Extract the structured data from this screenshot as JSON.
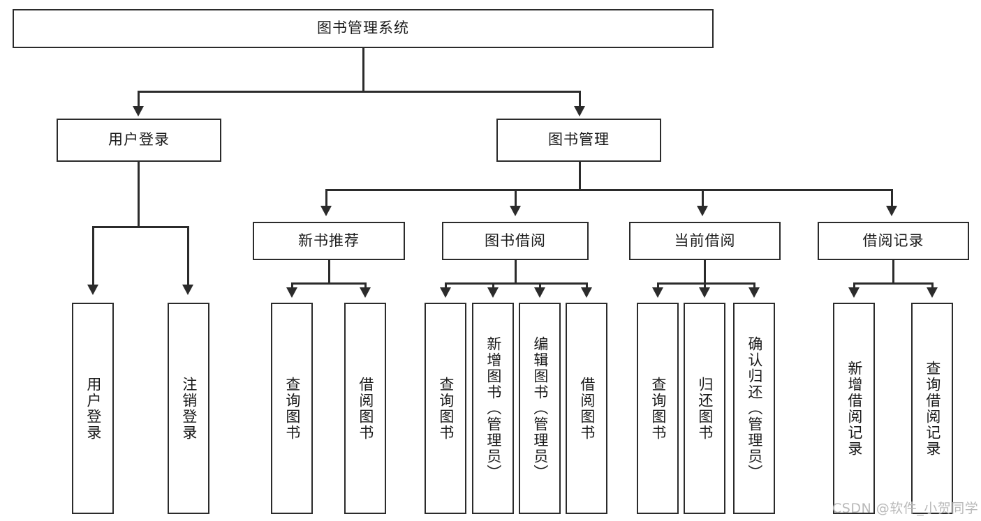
{
  "diagram": {
    "type": "tree",
    "title": "图书管理系统",
    "orientation": "top-down",
    "background_color": "#ffffff",
    "stroke_color": "#2b2b2b",
    "text_color": "#1a1a1a"
  },
  "root": {
    "label": "图书管理系统"
  },
  "level2": [
    {
      "label": "用户登录"
    },
    {
      "label": "图书管理"
    }
  ],
  "level3": [
    {
      "label": "新书推荐"
    },
    {
      "label": "图书借阅"
    },
    {
      "label": "当前借阅"
    },
    {
      "label": "借阅记录"
    }
  ],
  "leaves": {
    "user_login": [
      {
        "label": "用户登录"
      },
      {
        "label": "注销登录"
      }
    ],
    "new_book_recommend": [
      {
        "label": "查询图书"
      },
      {
        "label": "借阅图书"
      }
    ],
    "book_borrow": [
      {
        "label": "查询图书"
      },
      {
        "label": "新增图书（管理员）"
      },
      {
        "label": "编辑图书（管理员）"
      },
      {
        "label": "借阅图书"
      }
    ],
    "current_borrow": [
      {
        "label": "查询图书"
      },
      {
        "label": "归还图书"
      },
      {
        "label": "确认归还（管理员）"
      }
    ],
    "borrow_records": [
      {
        "label": "新增借阅记录"
      },
      {
        "label": "查询借阅记录"
      }
    ]
  },
  "watermark": {
    "text": "CSDN @软件_小贺同学"
  }
}
